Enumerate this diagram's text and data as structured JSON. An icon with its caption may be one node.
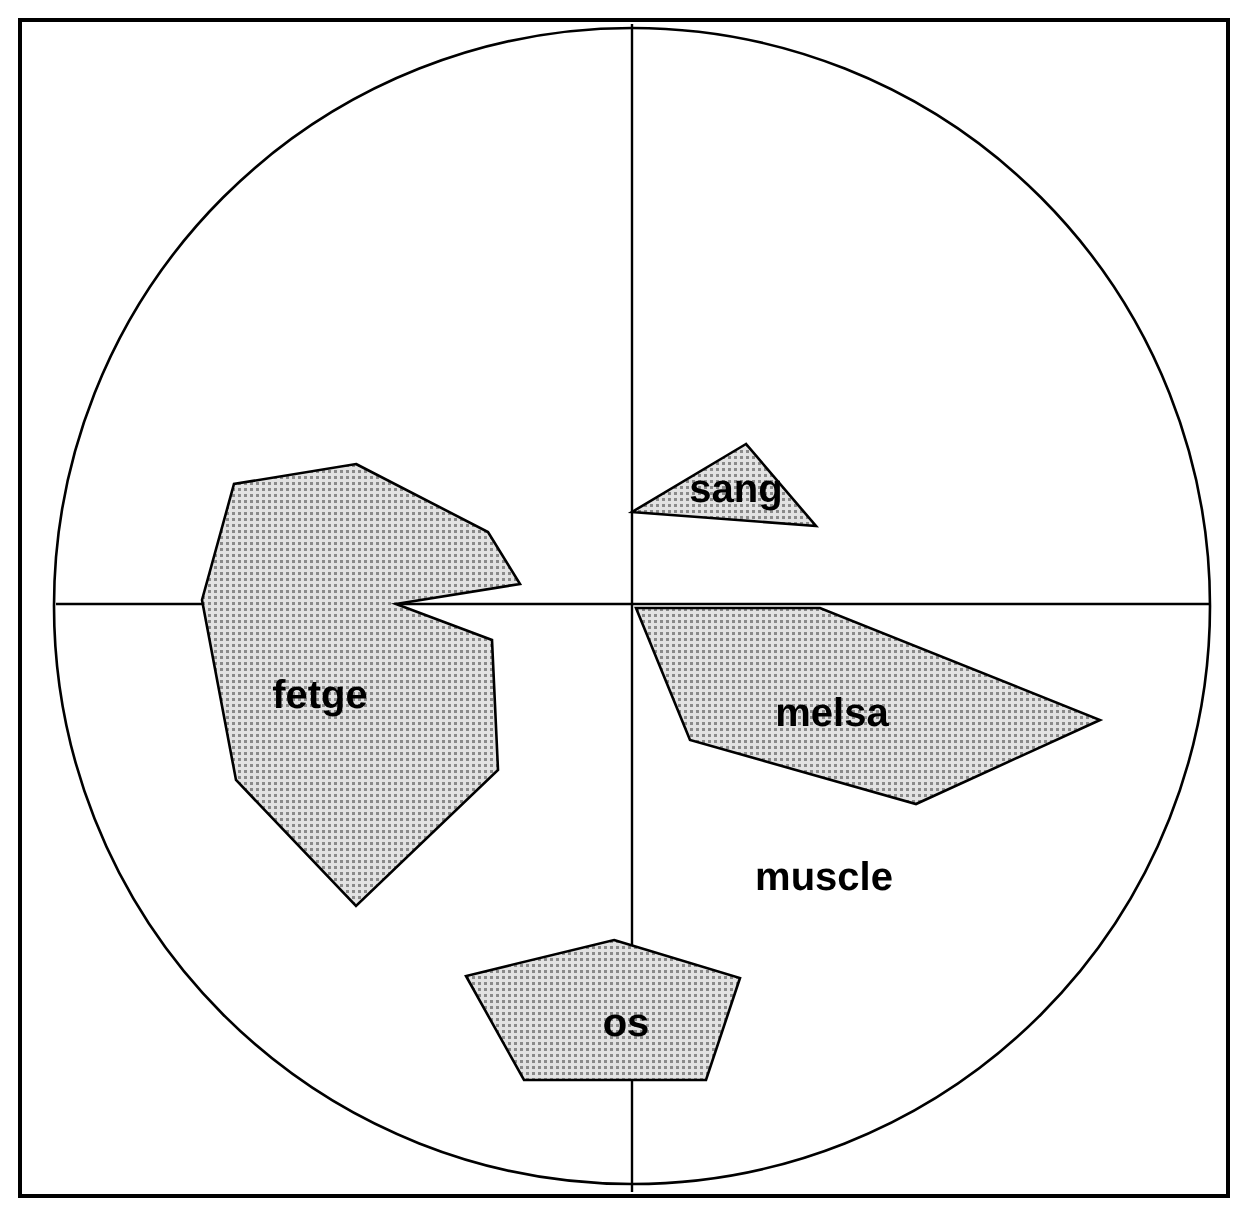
{
  "diagram": {
    "nodes": [
      {
        "text": [],
        "shape": "circle"
      },
      {
        "text": [
          "sang"
        ],
        "in": 0
      },
      {
        "text": [
          "fetge"
        ],
        "in": 0
      },
      {
        "text": [
          "melsa"
        ],
        "in": 0
      },
      {
        "text": [
          "os"
        ],
        "in": 0
      }
    ],
    "labels": [
      "muscle"
    ]
  }
}
